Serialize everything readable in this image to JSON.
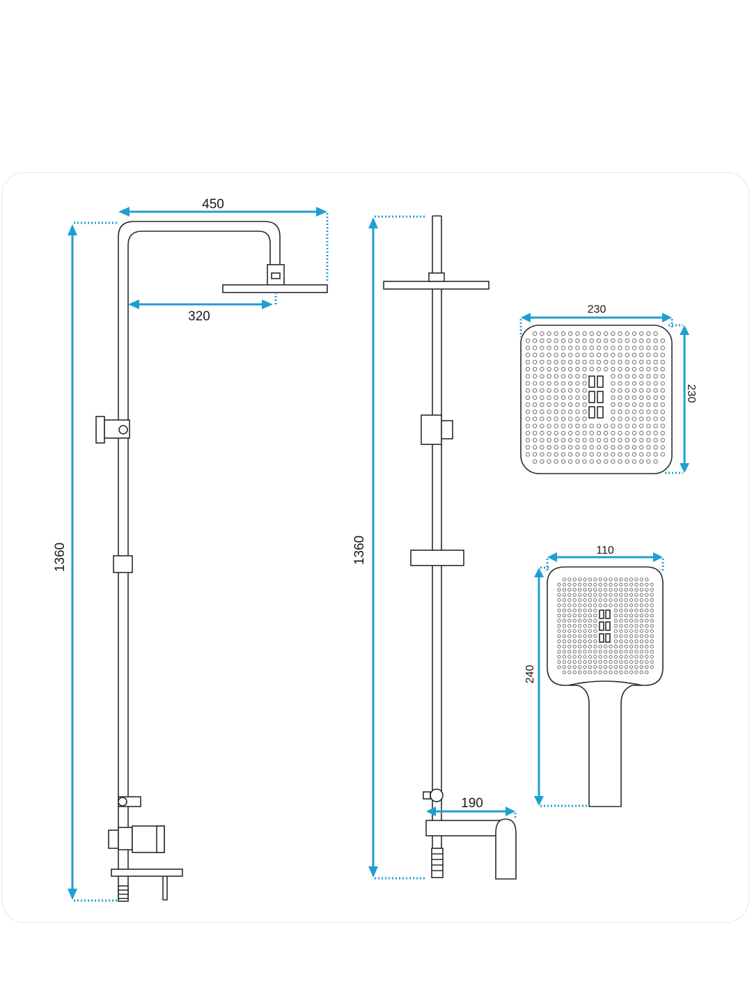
{
  "diagram": {
    "dimensions": {
      "head_span": "450",
      "arm_reach": "320",
      "column_height_front": "1360",
      "column_height_side": "1360",
      "spout_reach": "190",
      "overhead_width": "230",
      "overhead_depth": "230",
      "hand_width": "110",
      "hand_length": "240"
    },
    "colors": {
      "dimension": "#1f9fd1",
      "outline": "#2a2a2a",
      "background": "#ffffff"
    }
  }
}
